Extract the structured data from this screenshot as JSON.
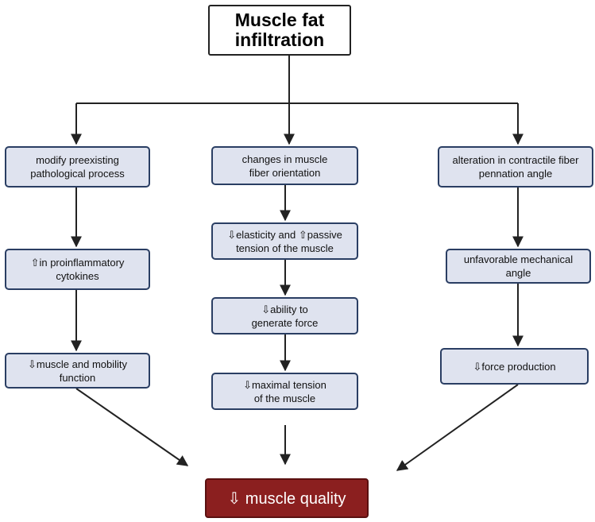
{
  "title": {
    "line1": "Muscle fat",
    "line2": "infiltration"
  },
  "columns": [
    {
      "boxes": [
        {
          "line1": "modify preexisting",
          "line2": "pathological process"
        },
        {
          "line1": "⇧in proinflammatory",
          "line2": "cytokines"
        },
        {
          "line1": "⇩muscle and mobility",
          "line2": "function"
        }
      ]
    },
    {
      "boxes": [
        {
          "line1": "changes in muscle",
          "line2": "fiber orientation"
        },
        {
          "line1": "⇩elasticity and ⇧passive",
          "line2": "tension of the muscle"
        },
        {
          "line1": "⇩ability to",
          "line2": "generate force"
        },
        {
          "line1": "⇩maximal tension",
          "line2": "of the muscle"
        }
      ]
    },
    {
      "boxes": [
        {
          "line1": "alteration in contractile fiber",
          "line2": "pennation angle"
        },
        {
          "line1": "unfavorable mechanical",
          "line2": "angle"
        },
        {
          "line1": "⇩force production",
          "line2": ""
        }
      ]
    }
  ],
  "result": {
    "label": "⇩ muscle quality"
  },
  "colors": {
    "box_fill": "#dfe3ef",
    "box_border": "#2a3e63",
    "result_fill": "#8b1f1f",
    "arrow": "#222222"
  }
}
